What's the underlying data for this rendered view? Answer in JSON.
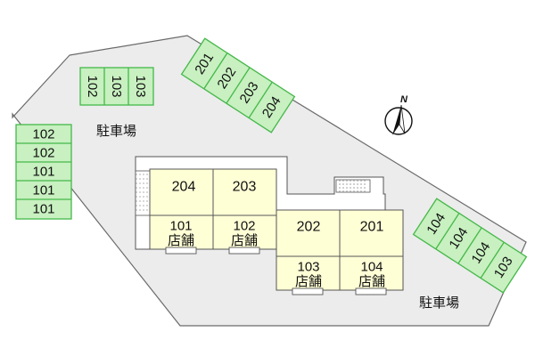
{
  "colors": {
    "lot": "#ececec",
    "lot_stroke": "#6a6a6a",
    "parking_fill": "#c8f0c0",
    "parking_stroke": "#45b84a",
    "unit_fill": "#ffffd6",
    "building_stroke": "#555555"
  },
  "parking_labels": {
    "top_vertical": [
      "102",
      "103",
      "103"
    ],
    "left_column": [
      "102",
      "102",
      "101",
      "101",
      "101"
    ],
    "top_diagonal": [
      "201",
      "202",
      "203",
      "204"
    ],
    "right_diagonal": [
      "104",
      "104",
      "104",
      "103"
    ]
  },
  "parking_area_label_top": "駐車場",
  "parking_area_label_bottom": "駐車場",
  "units": {
    "u204": "204",
    "u203": "203",
    "u202": "202",
    "u201": "201",
    "s101_num": "101",
    "s101_type": "店舗",
    "s102_num": "102",
    "s102_type": "店舗",
    "s103_num": "103",
    "s103_type": "店舗",
    "s104_num": "104",
    "s104_type": "店舗"
  },
  "compass": {
    "label": "N",
    "icon": "north-arrow-icon"
  }
}
